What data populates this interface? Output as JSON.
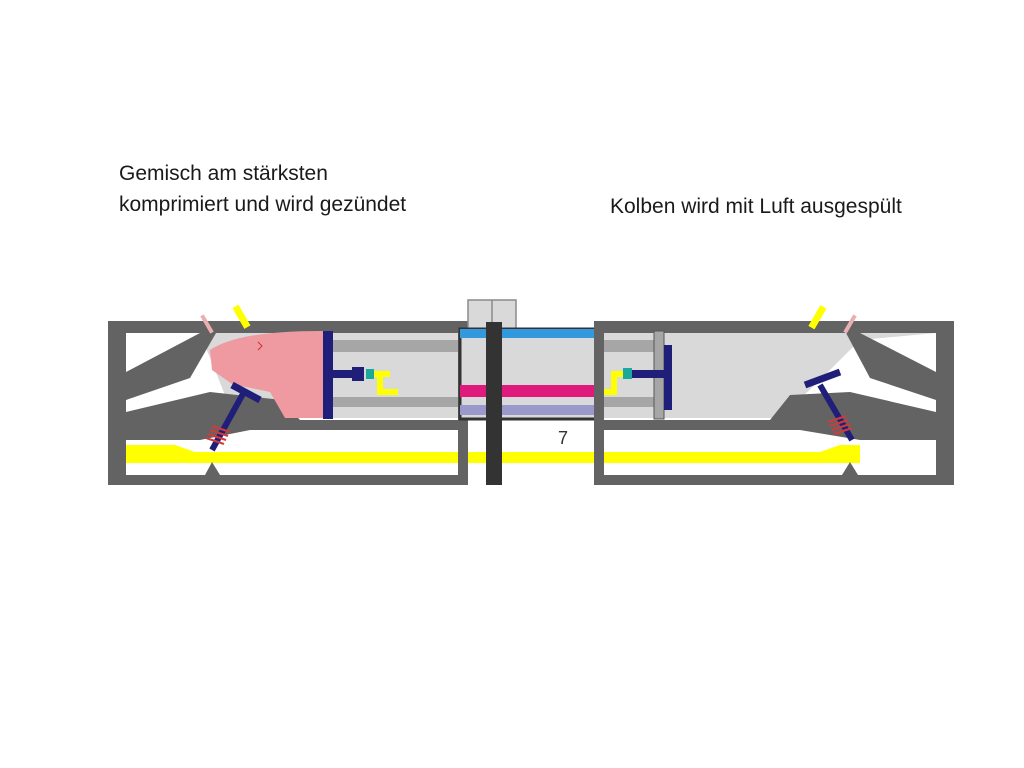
{
  "captions": {
    "left_line1": "Gemisch am stärksten",
    "left_line2": "komprimiert und wird gezündet",
    "right": "Kolben wird mit Luft ausgespült"
  },
  "diagram": {
    "label_number": "7",
    "colors": {
      "housing": "#636363",
      "chamber": "#d9d9d9",
      "burning_mixture": "#ee9aa0",
      "piston_blue": "#1f1f7a",
      "fuel_yellow": "#ffff00",
      "shaft": "#333333",
      "bar_cyan": "#3399dd",
      "bar_magenta": "#e0197c",
      "bar_lavender": "#9b98cc",
      "coil_red": "#d23a3a"
    }
  }
}
